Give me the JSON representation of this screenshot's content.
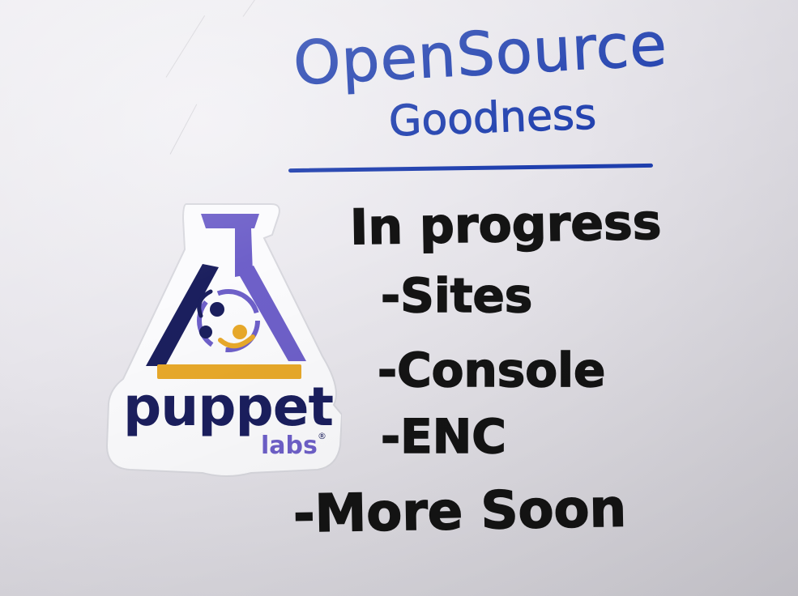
{
  "whiteboard": {
    "title_line1": "OpenSource",
    "title_line2": "Goodness",
    "items": [
      "In progress",
      "-Sites",
      "-Console",
      "-ENC",
      "-More Soon"
    ]
  },
  "sticker": {
    "word": "puppet",
    "sub": "labs",
    "registered": "®",
    "colors": {
      "navy": "#1b1f5e",
      "purple": "#6e60c9",
      "gold": "#e8a92a"
    }
  },
  "colors": {
    "marker_blue": "#1f3fae",
    "marker_black": "#141414"
  }
}
